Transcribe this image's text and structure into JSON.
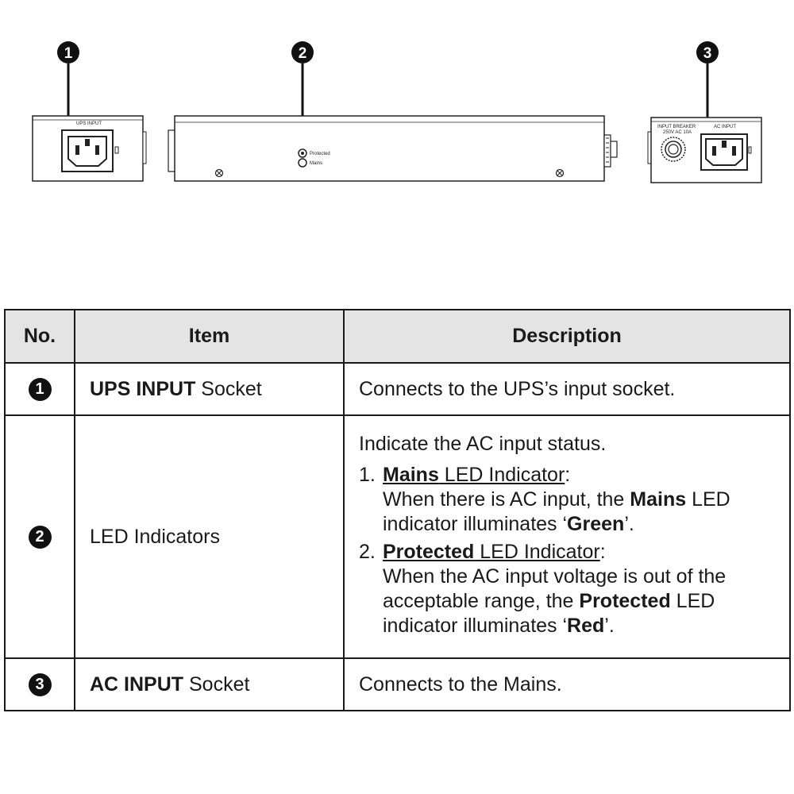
{
  "callouts": [
    "1",
    "2",
    "3"
  ],
  "panel_labels": {
    "ups_input": "UPS INPUT",
    "protected": "Protected",
    "mains": "Mains",
    "input_breaker": "INPUT BREAKER",
    "breaker_rating": "250V AC 10A",
    "ac_input": "AC INPUT"
  },
  "table": {
    "headers": {
      "no": "No.",
      "item": "Item",
      "description": "Description"
    },
    "rows": [
      {
        "no": "1",
        "item_bold": "UPS INPUT",
        "item_rest": " Socket",
        "description": "Connects to the UPS’s input socket."
      },
      {
        "no": "2",
        "item": "LED Indicators",
        "intro": "Indicate the AC input status.",
        "list": [
          {
            "num": "1.",
            "head_bold": "Mains",
            "head_rest": " LED Indicator",
            "colon": ":",
            "t1": "When there is AC input, the ",
            "b1": "Mains",
            "t2": " LED indicator illuminates ‘",
            "b2": "Green",
            "t3": "’."
          },
          {
            "num": "2.",
            "head_bold": "Protected",
            "head_rest": " LED Indicator",
            "colon": ":",
            "t1": "When the AC input voltage is out of the acceptable range, the ",
            "b1": "Protected",
            "t2": " LED indicator illuminates ‘",
            "b2": "Red",
            "t3": "’."
          }
        ]
      },
      {
        "no": "3",
        "item_bold": "AC INPUT",
        "item_rest": " Socket",
        "description": "Connects to the Mains."
      }
    ]
  }
}
